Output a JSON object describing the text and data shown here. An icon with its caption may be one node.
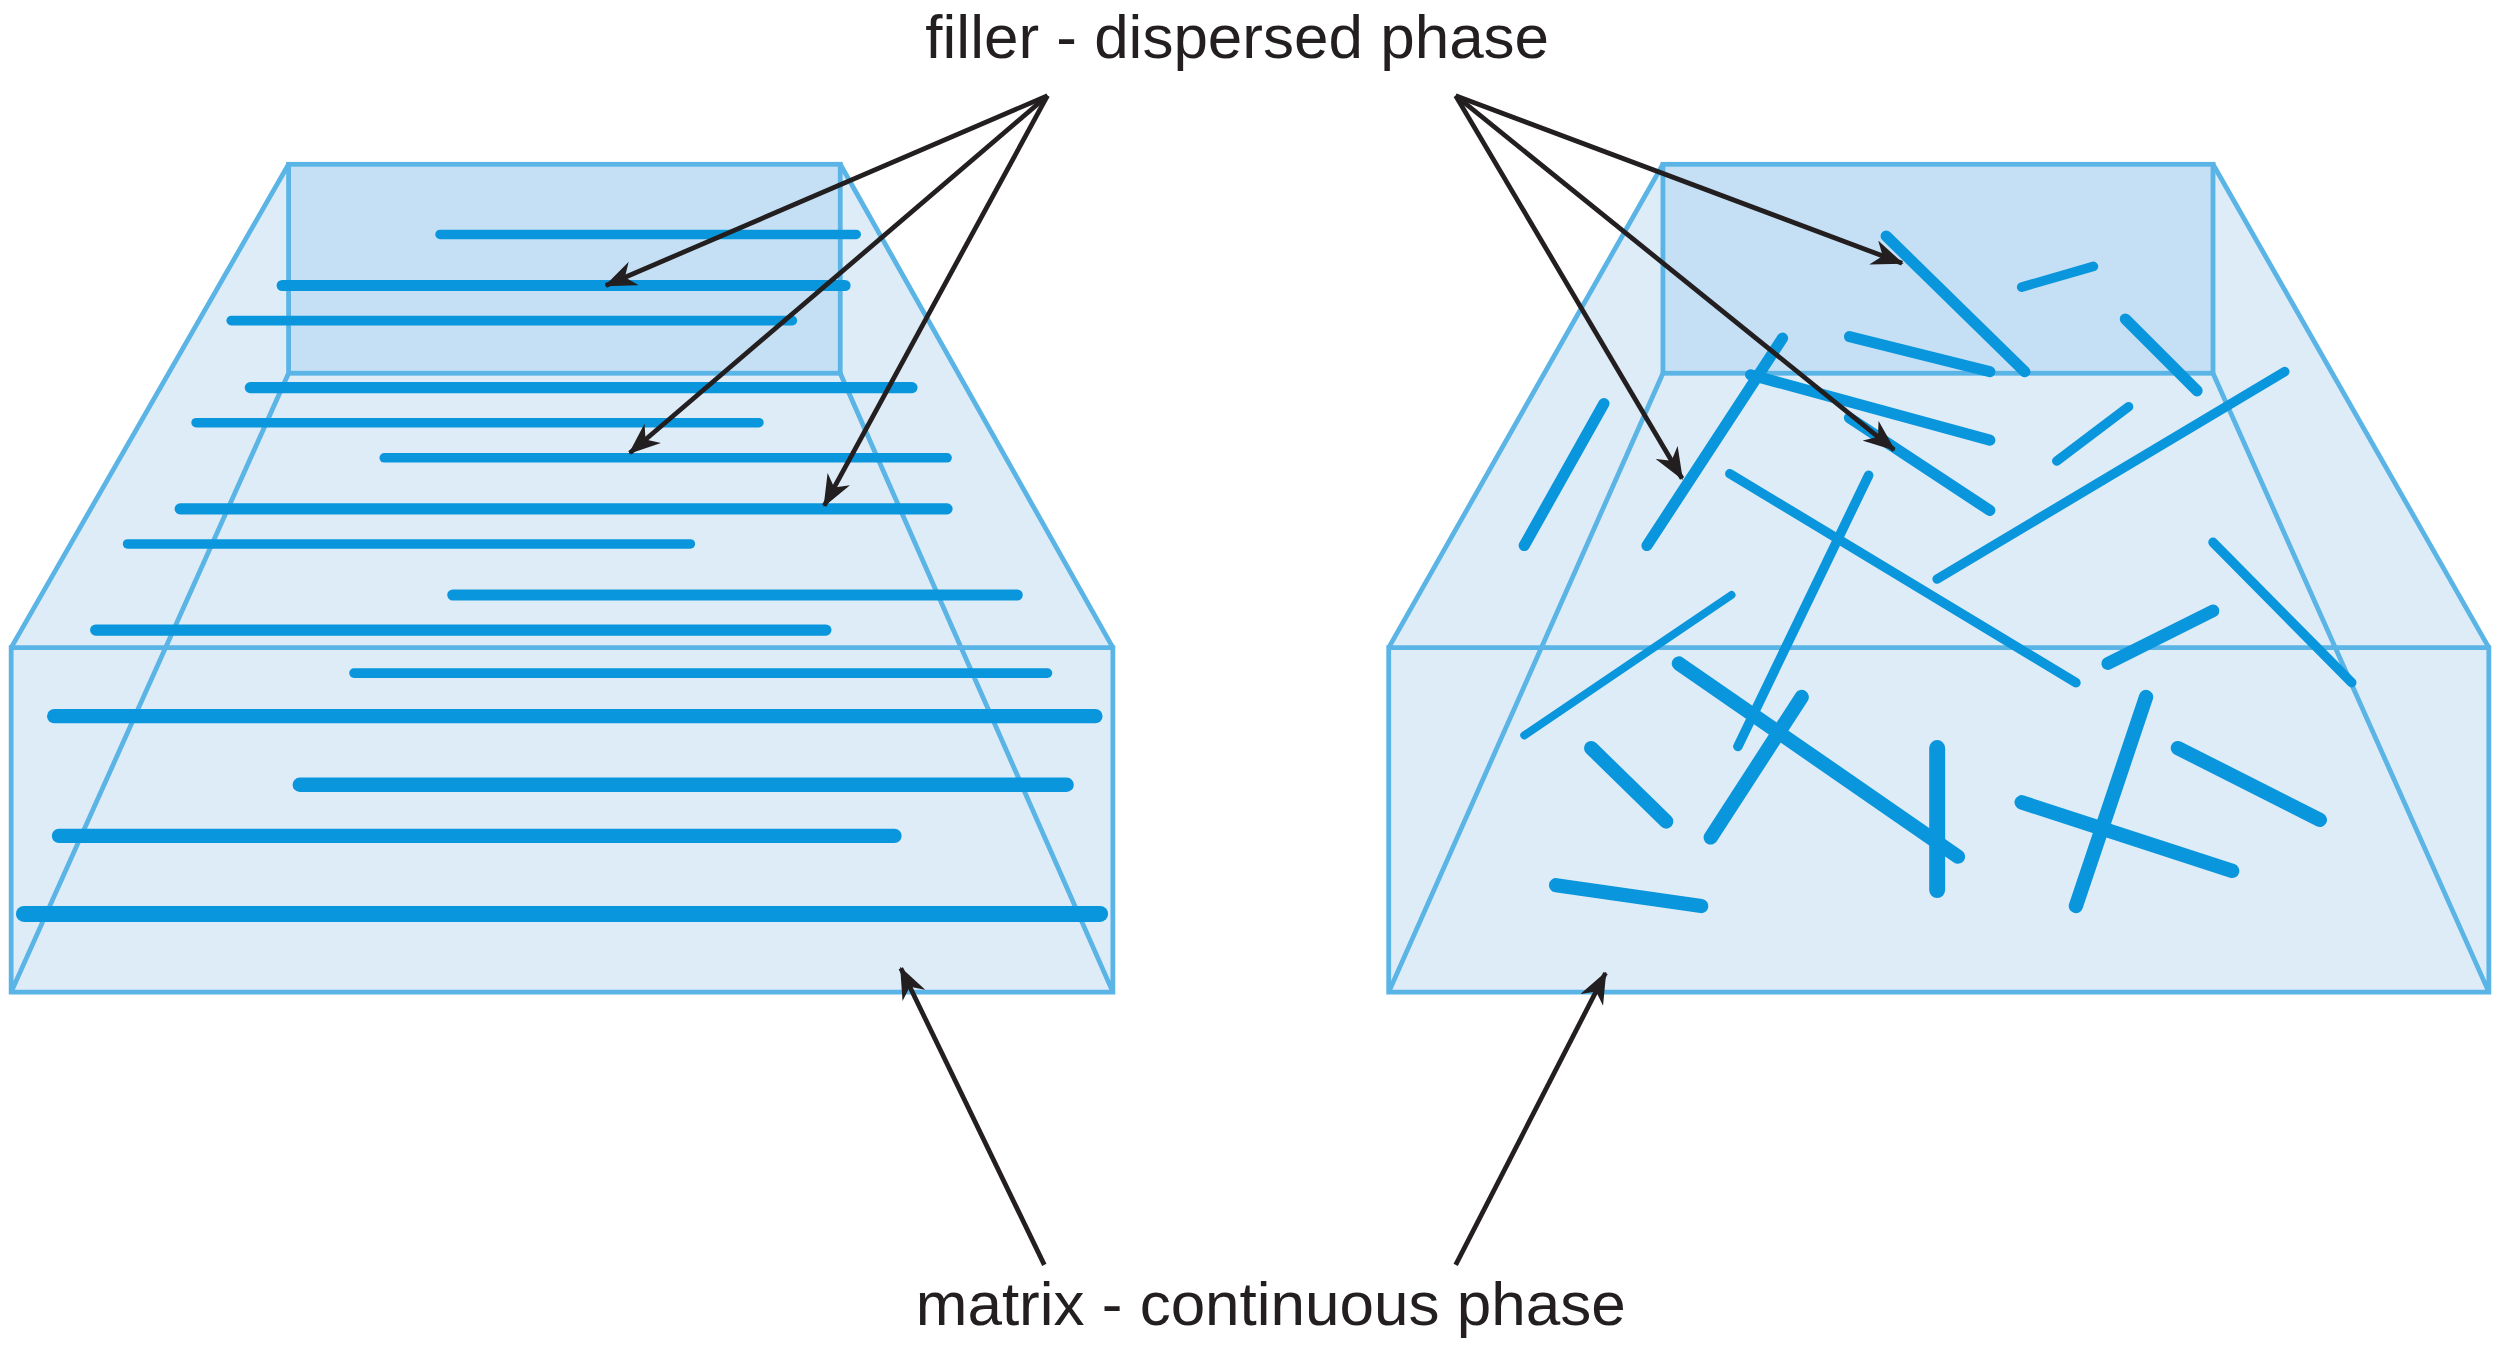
{
  "diagram": {
    "nodes": [
      {
        "text": [
          "filler - dispersed phase"
        ]
      },
      {
        "text": [
          "matrix - continuous phase"
        ]
      },
      {
        "text": [],
        "shape": "box"
      },
      {
        "text": [],
        "shape": "box"
      },
      {
        "text": [],
        "shape": "bar",
        "in": 2
      },
      {
        "text": [],
        "shape": "bar",
        "in": 2
      },
      {
        "text": [],
        "shape": "bar",
        "in": 2
      },
      {
        "text": [],
        "shape": "bar",
        "in": 3
      },
      {
        "text": [],
        "shape": "bar",
        "in": 3
      },
      {
        "text": [],
        "shape": "bar",
        "in": 3
      }
    ],
    "edges": [
      {
        "from": 0,
        "to": 4,
        "arrow": "to"
      },
      {
        "from": 0,
        "to": 5,
        "arrow": "to"
      },
      {
        "from": 0,
        "to": 6,
        "arrow": "to"
      },
      {
        "from": 0,
        "to": 7,
        "arrow": "to"
      },
      {
        "from": 0,
        "to": 8,
        "arrow": "to"
      },
      {
        "from": 0,
        "to": 9,
        "arrow": "to"
      },
      {
        "from": 1,
        "to": 2,
        "arrow": "to"
      },
      {
        "from": 1,
        "to": 3,
        "arrow": "to"
      }
    ]
  }
}
